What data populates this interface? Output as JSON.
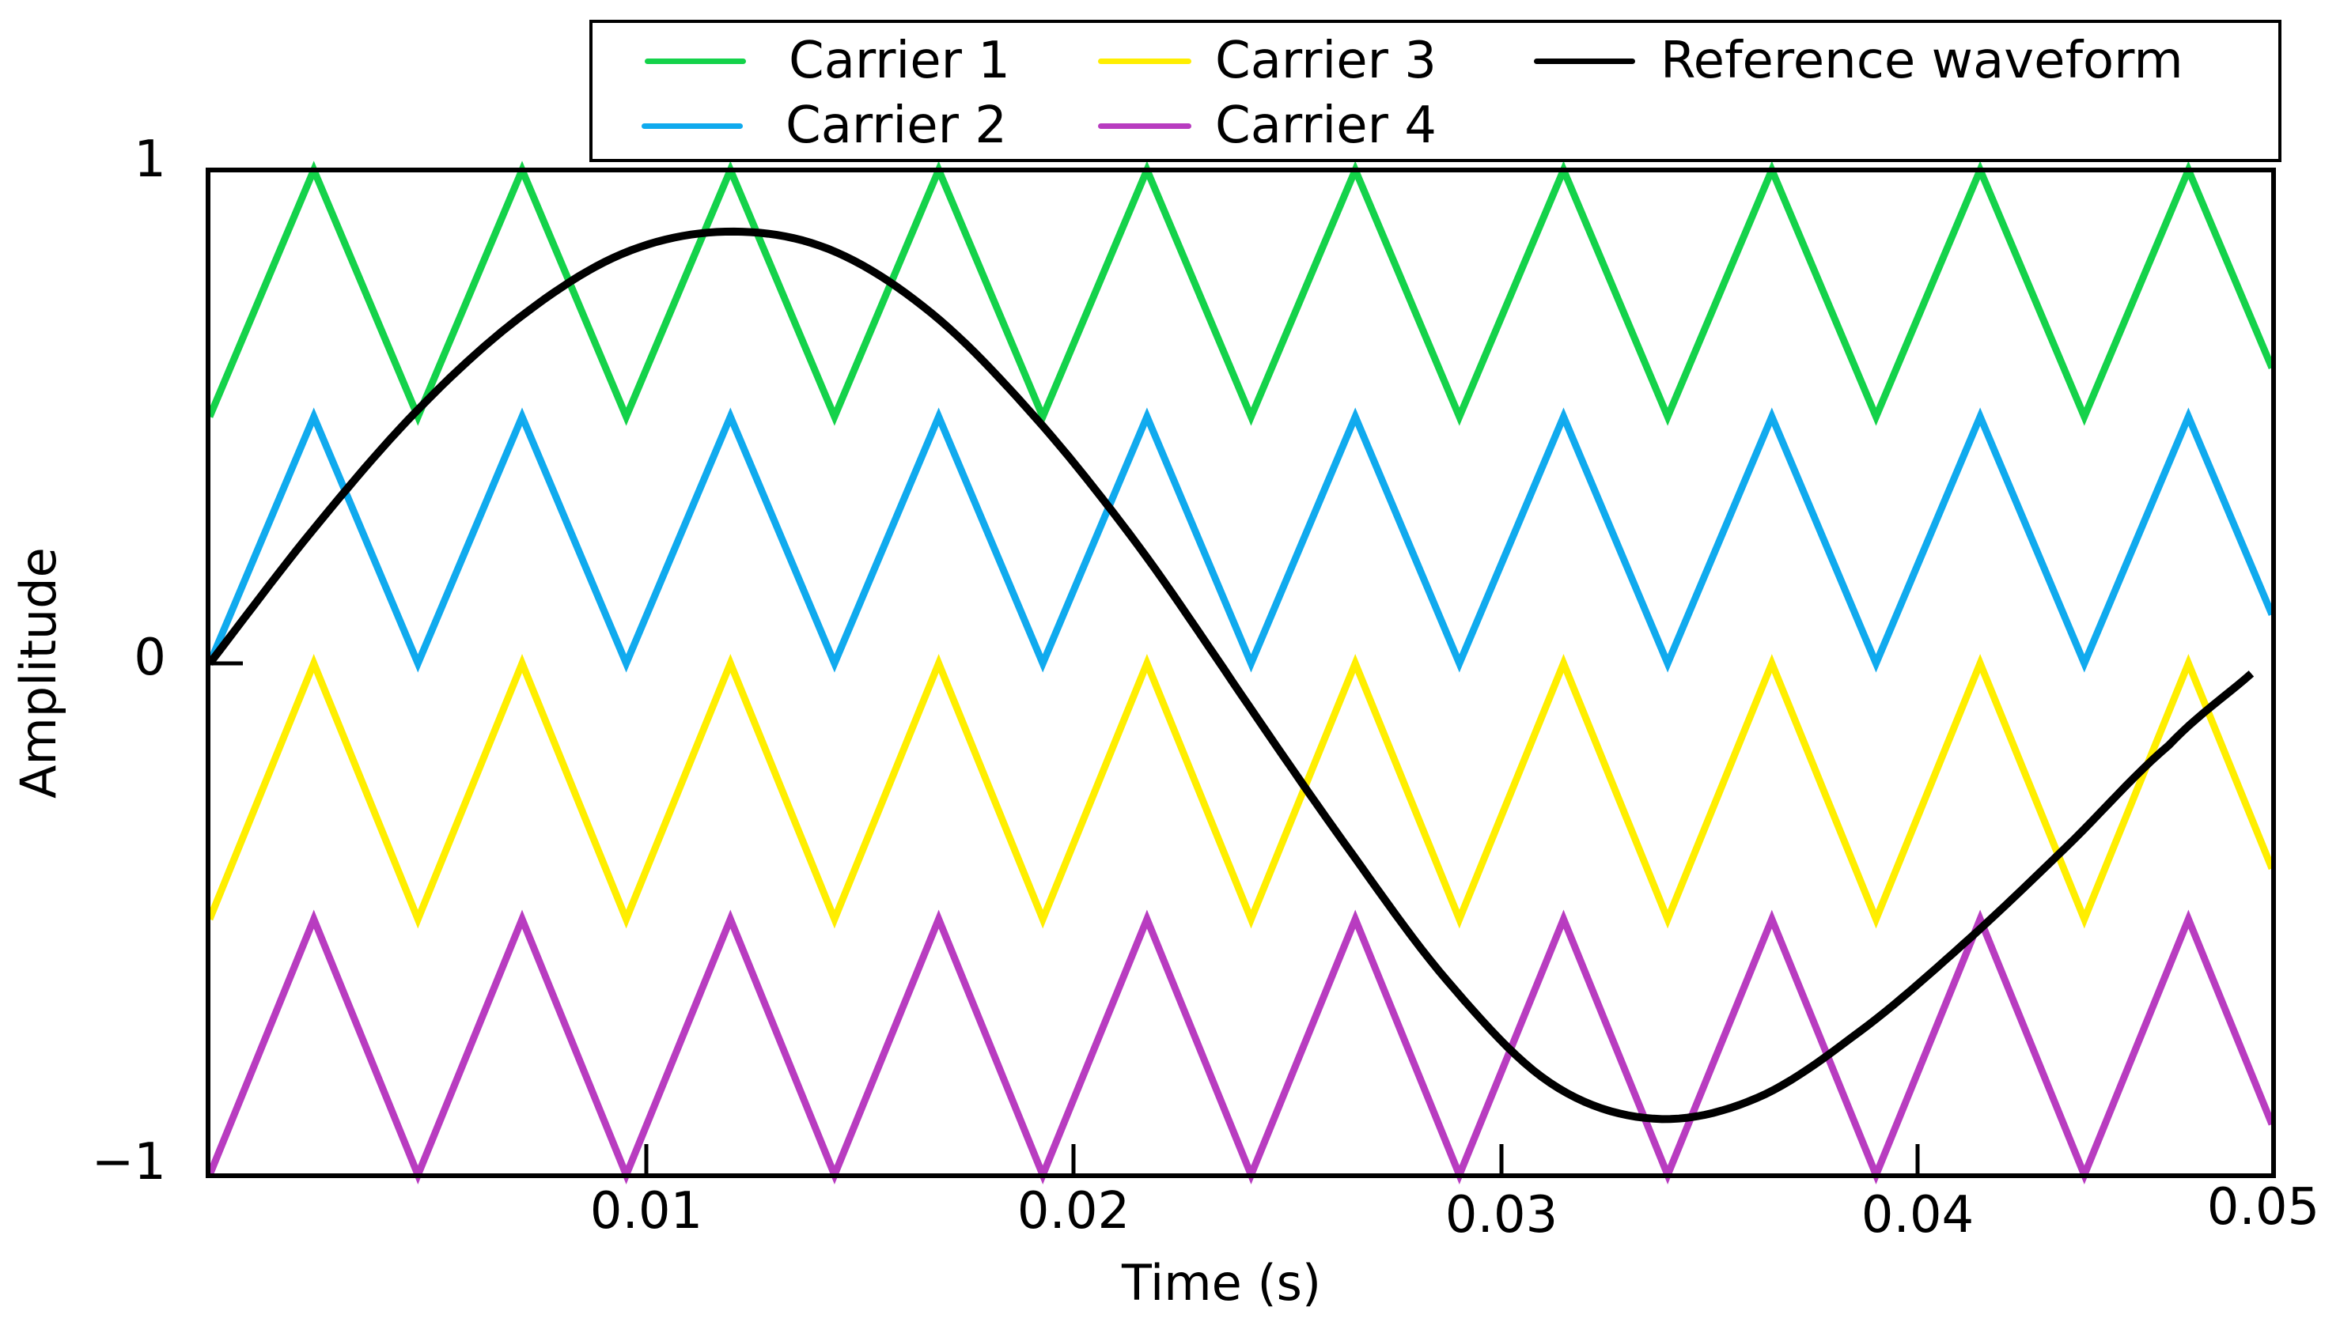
{
  "chart_data": {
    "type": "line",
    "title": "",
    "xlabel": "Time (s)",
    "ylabel": "Amplitude",
    "xlim": [
      0,
      0.05
    ],
    "ylim": [
      -1,
      1
    ],
    "grid": false,
    "legend_position": "top (above plot, outside), 3 columns",
    "x_ticks": [
      "0.01",
      "0.02",
      "0.03",
      "0.04",
      "0.05"
    ],
    "y_ticks": [
      "1",
      "0",
      "−1"
    ],
    "carrier_period_s": 0.00505,
    "series": [
      {
        "name": "Carrier 1",
        "color": "#14d24a",
        "shape": "triangle",
        "min": 0.5,
        "max": 1.0,
        "starts_at": "min"
      },
      {
        "name": "Carrier 2",
        "color": "#10aaee",
        "shape": "triangle",
        "min": 0.0,
        "max": 0.5,
        "starts_at": "min"
      },
      {
        "name": "Carrier 3",
        "color": "#ffee00",
        "shape": "triangle",
        "min": -0.5,
        "max": 0.0,
        "starts_at": "min"
      },
      {
        "name": "Carrier 4",
        "color": "#b83cc0",
        "shape": "triangle",
        "min": -1.0,
        "max": -0.5,
        "starts_at": "min"
      },
      {
        "name": "Reference waveform",
        "color": "#000000",
        "shape": "sine",
        "x": [
          0,
          0.0025,
          0.005,
          0.0075,
          0.01,
          0.0125,
          0.015,
          0.0175,
          0.02,
          0.0225,
          0.025,
          0.0275,
          0.03,
          0.0325,
          0.035,
          0.0375,
          0.04,
          0.0425,
          0.045,
          0.0475,
          0.0495
        ],
        "values": [
          0.0,
          0.27,
          0.51,
          0.7,
          0.83,
          0.875,
          0.84,
          0.71,
          0.5,
          0.24,
          -0.06,
          -0.35,
          -0.62,
          -0.82,
          -0.89,
          -0.85,
          -0.72,
          -0.55,
          -0.36,
          -0.16,
          -0.02
        ]
      }
    ]
  },
  "legend": {
    "items": [
      {
        "label": "Carrier 1",
        "color": "#14d24a"
      },
      {
        "label": "Carrier 2",
        "color": "#10aaee"
      },
      {
        "label": "Carrier 3",
        "color": "#ffee00"
      },
      {
        "label": "Carrier 4",
        "color": "#b83cc0"
      },
      {
        "label": "Reference waveform",
        "color": "#000000"
      }
    ]
  },
  "axes": {
    "xlabel": "Time (s)",
    "ylabel": "Amplitude",
    "y_tick_labels": {
      "top": "1",
      "mid": "0",
      "bottom": "−1"
    },
    "x_tick_labels": [
      "0.01",
      "0.02",
      "0.03",
      "0.04",
      "0.05"
    ]
  }
}
